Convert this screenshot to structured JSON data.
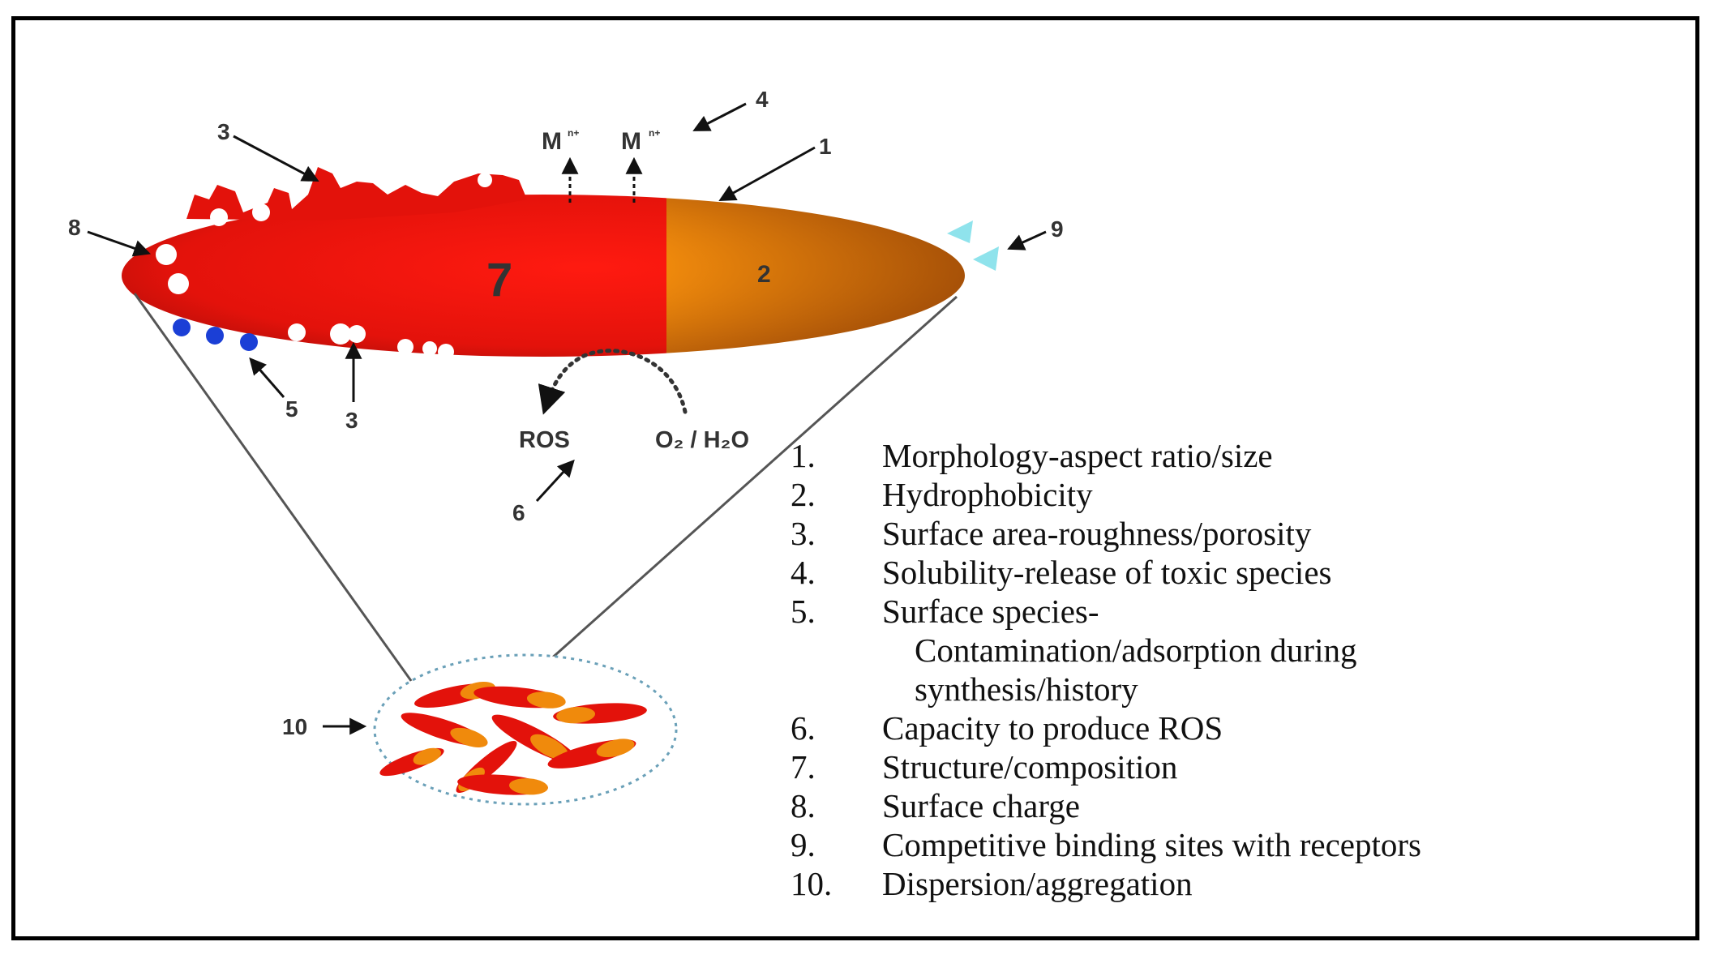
{
  "diagram": {
    "labels": {
      "l1": "1",
      "l2": "2",
      "l3a": "3",
      "l3b": "3",
      "l4": "4",
      "l5": "5",
      "l6": "6",
      "l7": "7",
      "l8": "8",
      "l9": "9",
      "l10": "10",
      "metal_ion": "M",
      "metal_ion_charge": "n+",
      "ros": "ROS",
      "o2_h2o": "O₂ / H₂O"
    },
    "colors": {
      "body_red": "#e8140c",
      "body_dark_red": "#a50d08",
      "tip_orange": "#f5a20c",
      "tip_brown": "#b8620a",
      "blue_dots": "#1b3fd6",
      "cyan_receptor": "#8fe3ec",
      "aggregate_outline": "#6aa0b8"
    }
  },
  "legend": [
    {
      "num": "1.",
      "text": "Morphology-aspect ratio/size"
    },
    {
      "num": "2.",
      "text": "Hydrophobicity"
    },
    {
      "num": "3.",
      "text": "Surface area-roughness/porosity"
    },
    {
      "num": "4.",
      "text": "Solubility-release of toxic species"
    },
    {
      "num": "5.",
      "text": "Surface species-",
      "cont1": "Contamination/adsorption during",
      "cont2": "synthesis/history"
    },
    {
      "num": "6.",
      "text": "Capacity to produce  ROS"
    },
    {
      "num": "7.",
      "text": "Structure/composition"
    },
    {
      "num": "8.",
      "text": "Surface charge"
    },
    {
      "num": "9.",
      "text": "Competitive binding sites with receptors"
    },
    {
      "num": "10.",
      "text": "Dispersion/aggregation"
    }
  ]
}
